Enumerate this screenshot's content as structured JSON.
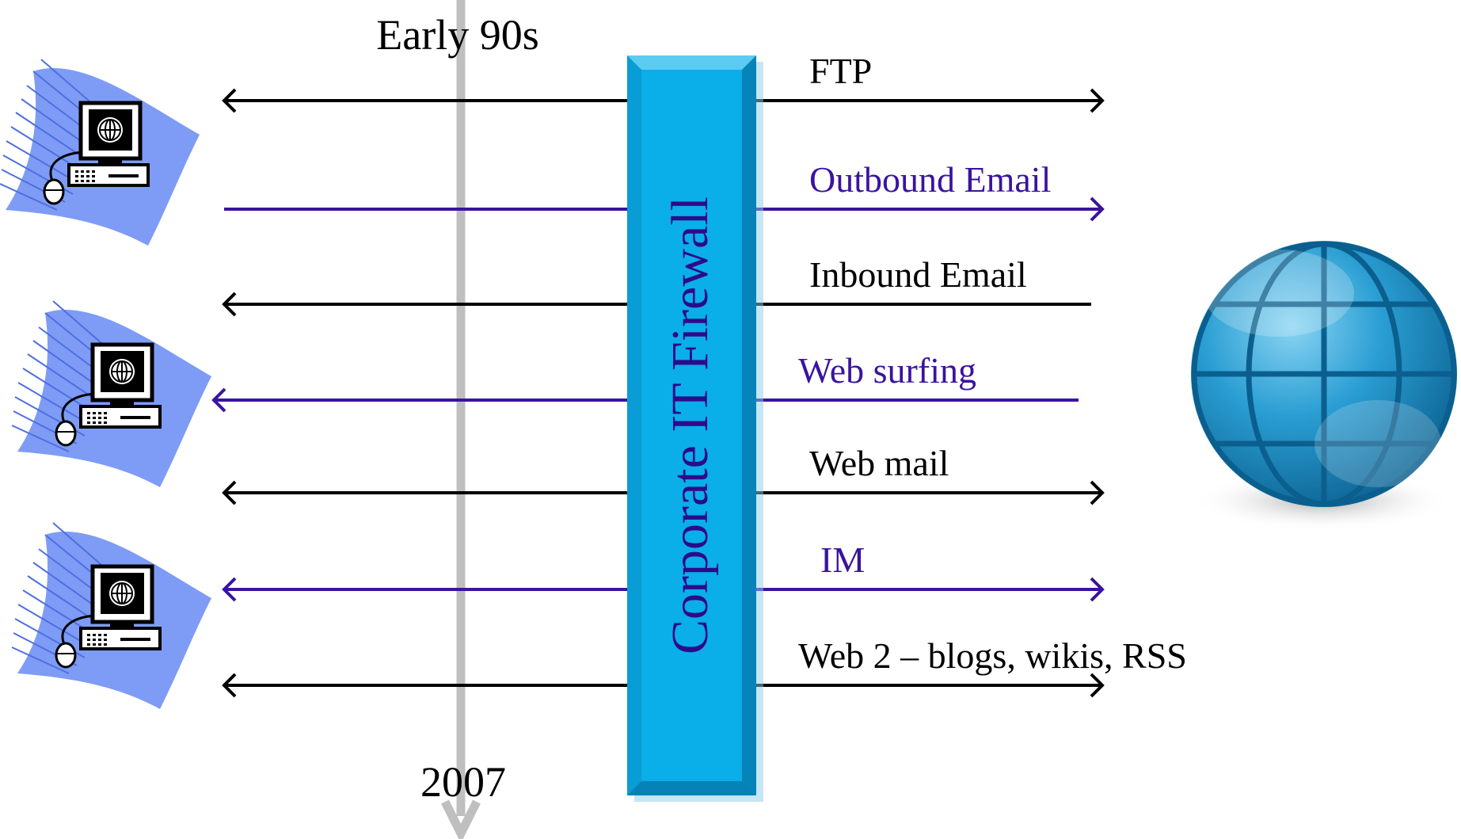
{
  "timeline": {
    "start_label": "Early 90s",
    "end_label": "2007"
  },
  "firewall": {
    "label": "Corporate IT Firewall",
    "color": "#0AB0E8",
    "label_color": "#2D0A8C"
  },
  "colors": {
    "black": "#000000",
    "purple": "#3A13A0",
    "timeline": "#BFBFBF",
    "client_wave": "#7E9CF5",
    "globe": "#1B8FC2"
  },
  "icons": {
    "clients": [
      "computer-icon",
      "computer-icon",
      "computer-icon"
    ],
    "internet": "globe-icon"
  },
  "flows": [
    {
      "label": "FTP",
      "color": "black",
      "in": true,
      "out": true
    },
    {
      "label": "Outbound Email",
      "color": "purple",
      "in": false,
      "out": true
    },
    {
      "label": "Inbound Email",
      "color": "black",
      "in": true,
      "out": false
    },
    {
      "label": "Web surfing",
      "color": "purple",
      "in": true,
      "out": false
    },
    {
      "label": "Web mail",
      "color": "black",
      "in": true,
      "out": true
    },
    {
      "label": "IM",
      "color": "purple",
      "in": true,
      "out": true
    },
    {
      "label": "Web 2 – blogs, wikis, RSS",
      "color": "black",
      "in": true,
      "out": true
    }
  ]
}
